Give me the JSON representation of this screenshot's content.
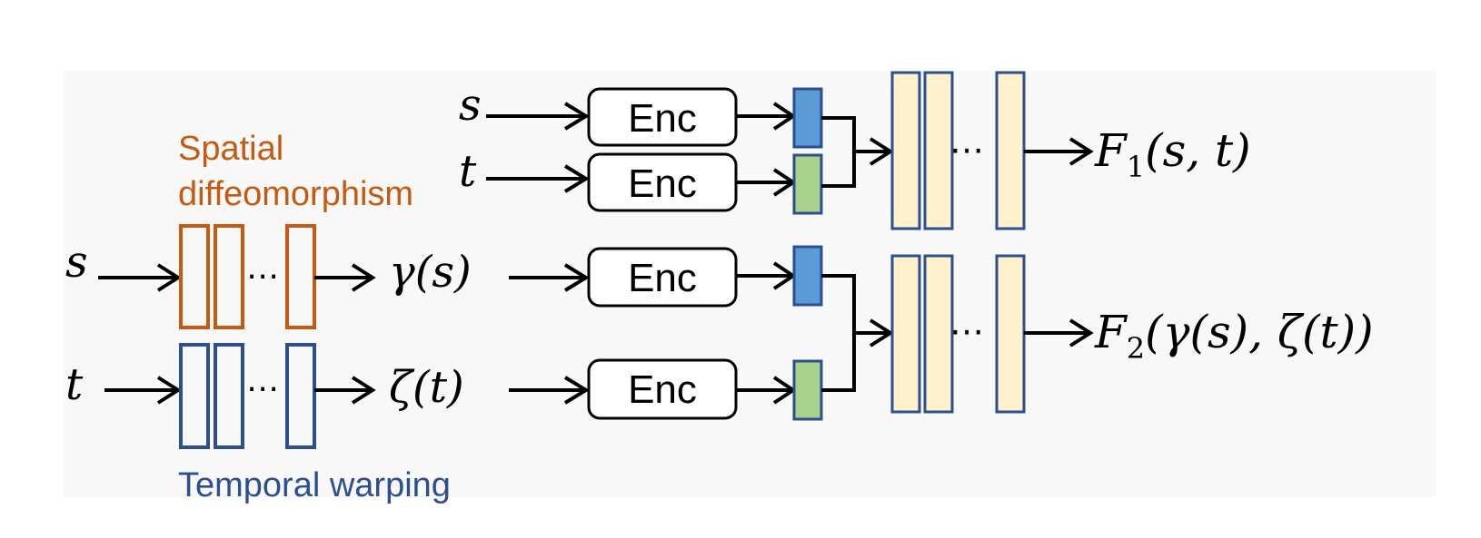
{
  "labels": {
    "spatial_line1": "Spatial",
    "spatial_line2": "diffeomorphism",
    "temporal": "Temporal warping",
    "dots": "⋯"
  },
  "inputs": {
    "s": "s",
    "t": "t"
  },
  "warped": {
    "gamma_s": "γ(s)",
    "zeta_t": "ζ(t)"
  },
  "encoders": {
    "enc_label": "Enc"
  },
  "outputs": {
    "f1_name": "F",
    "f1_sub": "1",
    "f1_args": "(s, t)",
    "f2_name": "F",
    "f2_sub": "2",
    "f2_args": "(γ(s), ζ(t))"
  },
  "colors": {
    "spatial": "#C65A11",
    "temporal": "#2E4F8E",
    "spatial_feature": "#5B9BD5",
    "temporal_feature": "#A9D18E",
    "mlp_layer": "#FFF2CC",
    "panel": "#F8F8F8"
  }
}
